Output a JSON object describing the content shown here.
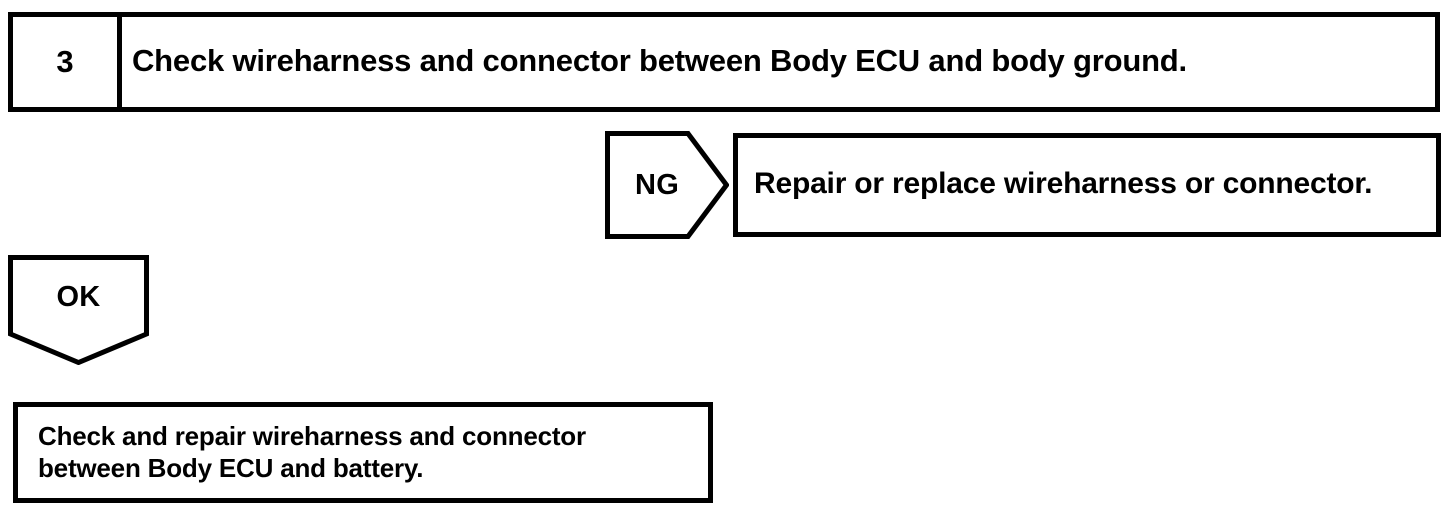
{
  "diagram": {
    "type": "troubleshooting-flowchart",
    "line_color": "#000000",
    "background_color": "#ffffff",
    "step": {
      "number": "3",
      "instruction": "Check wireharness and connector between Body ECU and body ground."
    },
    "branches": [
      {
        "result_label": "NG",
        "arrow_direction": "right",
        "outcome": "Repair or replace wireharness or connector."
      },
      {
        "result_label": "OK",
        "arrow_direction": "down",
        "outcome_lines": [
          "Check and repair wireharness and connector",
          "between Body ECU and battery."
        ]
      }
    ]
  }
}
